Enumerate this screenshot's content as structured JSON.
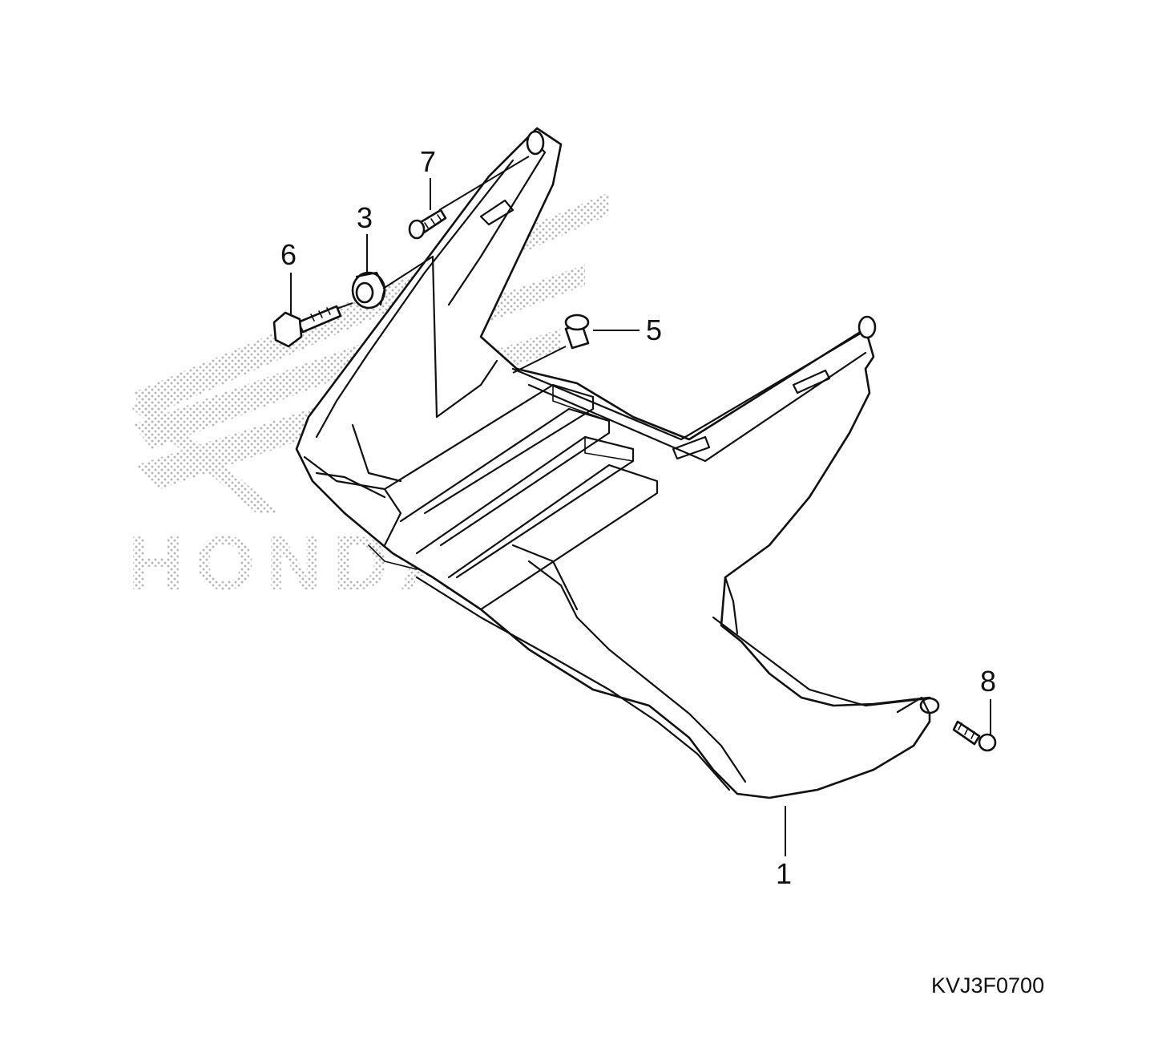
{
  "diagram": {
    "watermark": "HONDA",
    "drawing_code": "KVJ3F0700",
    "callouts": [
      {
        "id": "1",
        "label": "1"
      },
      {
        "id": "3",
        "label": "3"
      },
      {
        "id": "5",
        "label": "5"
      },
      {
        "id": "6",
        "label": "6"
      },
      {
        "id": "7",
        "label": "7"
      },
      {
        "id": "8",
        "label": "8"
      }
    ],
    "colors": {
      "line": "#111111",
      "watermark": "#bdbdbd",
      "background": "#ffffff"
    }
  }
}
